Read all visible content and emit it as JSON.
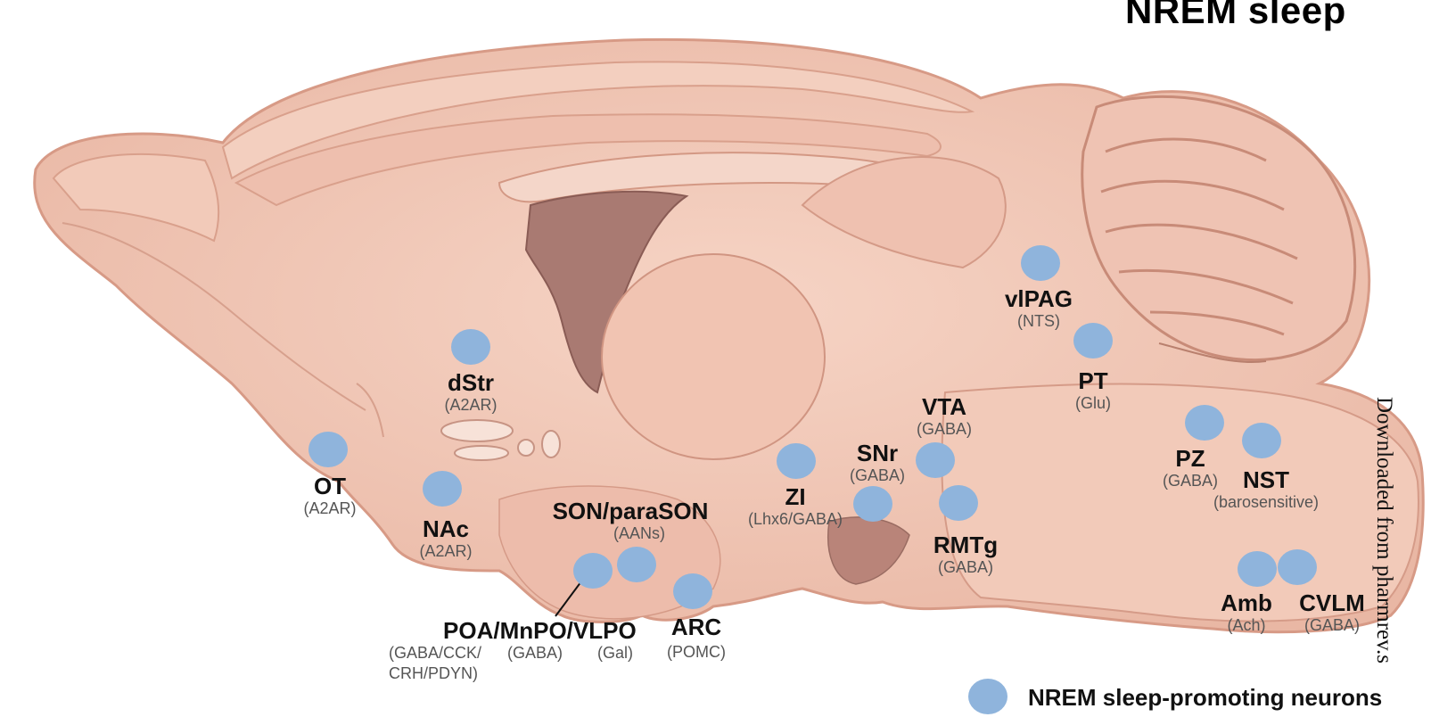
{
  "title": "NREM sleep",
  "side_note": "Downloaded from pharmrev.s",
  "legend": {
    "label": "NREM sleep-promoting neurons",
    "color": "#8fb4dc"
  },
  "colors": {
    "brain_fill": "#f0c7b6",
    "brain_shade": "#e2a897",
    "ventricle": "#a97a72",
    "dot": "#8fb4dc"
  },
  "regions": [
    {
      "key": "OT",
      "name": "OT",
      "sub": "(A2AR)"
    },
    {
      "key": "dStr",
      "name": "dStr",
      "sub": "(A2AR)"
    },
    {
      "key": "NAc",
      "name": "NAc",
      "sub": "(A2AR)"
    },
    {
      "key": "SON",
      "name": "SON/paraSON",
      "sub": "(AANs)"
    },
    {
      "key": "POA",
      "name": "POA/MnPO",
      "sub": "(GABA/CCK/",
      "sub2": "CRH/PDYN)",
      "sub_b": "(GABA)"
    },
    {
      "key": "VLPO",
      "name": "/VLPO",
      "sub": "(Gal)"
    },
    {
      "key": "ARC",
      "name": "ARC",
      "sub": "(POMC)"
    },
    {
      "key": "ZI",
      "name": "ZI",
      "sub": "(Lhx6/GABA)"
    },
    {
      "key": "SNr",
      "name": "SNr",
      "sub": "(GABA)"
    },
    {
      "key": "VTA",
      "name": "VTA",
      "sub": "(GABA)"
    },
    {
      "key": "RMTg",
      "name": "RMTg",
      "sub": "(GABA)"
    },
    {
      "key": "vlPAG",
      "name": "vlPAG",
      "sub": "(NTS)"
    },
    {
      "key": "PT",
      "name": "PT",
      "sub": "(Glu)"
    },
    {
      "key": "PZ",
      "name": "PZ",
      "sub": "(GABA)"
    },
    {
      "key": "NST",
      "name": "NST",
      "sub": "(barosensitive)"
    },
    {
      "key": "Amb",
      "name": "Amb",
      "sub": "(Ach)"
    },
    {
      "key": "CVLM",
      "name": "CVLM",
      "sub": "(GABA)"
    }
  ]
}
